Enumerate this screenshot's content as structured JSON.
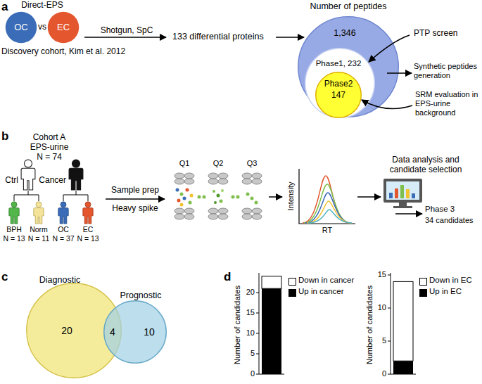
{
  "diagram": {
    "nodes": [
      {
        "text": [
          "OC"
        ]
      },
      {
        "text": [
          "EC"
        ]
      },
      {
        "text": [
          "Number of peptides",
          "1,346"
        ]
      },
      {
        "text": [
          "Phase1, 232"
        ],
        "in": 2
      },
      {
        "text": [
          "Phase2",
          "147"
        ],
        "in": 3
      },
      {
        "text": [
          "Diagnostic",
          "20"
        ]
      },
      {
        "text": [
          "Prognostic",
          "10"
        ]
      }
    ],
    "labels": [
      "a",
      "Direct-EPS",
      "vs",
      "Discovery cohort, Kim et al. 2012",
      "Shotgun, SpC",
      "133 differential proteins",
      "PTP screen",
      "Synthetic peptides generation",
      "SRM evaluation in EPS-urine background",
      "b",
      "Cohort A",
      "EPS-urine",
      "N = 74",
      "Ctrl",
      "Cancer",
      "BPH",
      "N = 13",
      "Norm",
      "N = 11",
      "OC",
      "N = 37",
      "EC",
      "N = 13",
      "Sample prep",
      "Heavy spike",
      "Q1",
      "Q2",
      "Q3",
      "Intensity",
      "RT",
      "Data analysis and candidate selection",
      "Phase 3",
      "34 candidates",
      "c",
      "4",
      "d",
      "Number of candidates",
      "0",
      "5",
      "10",
      "15",
      "20",
      "Number of candidates",
      "0",
      "5",
      "10",
      "15"
    ],
    "legend": [
      {
        "text": "Down in cancer",
        "color": "#ffffff"
      },
      {
        "text": "Up in cancer",
        "color": "#000000"
      },
      {
        "text": "Down in EC",
        "color": "#ffffff"
      },
      {
        "text": "Up in EC",
        "color": "#000000"
      }
    ]
  }
}
